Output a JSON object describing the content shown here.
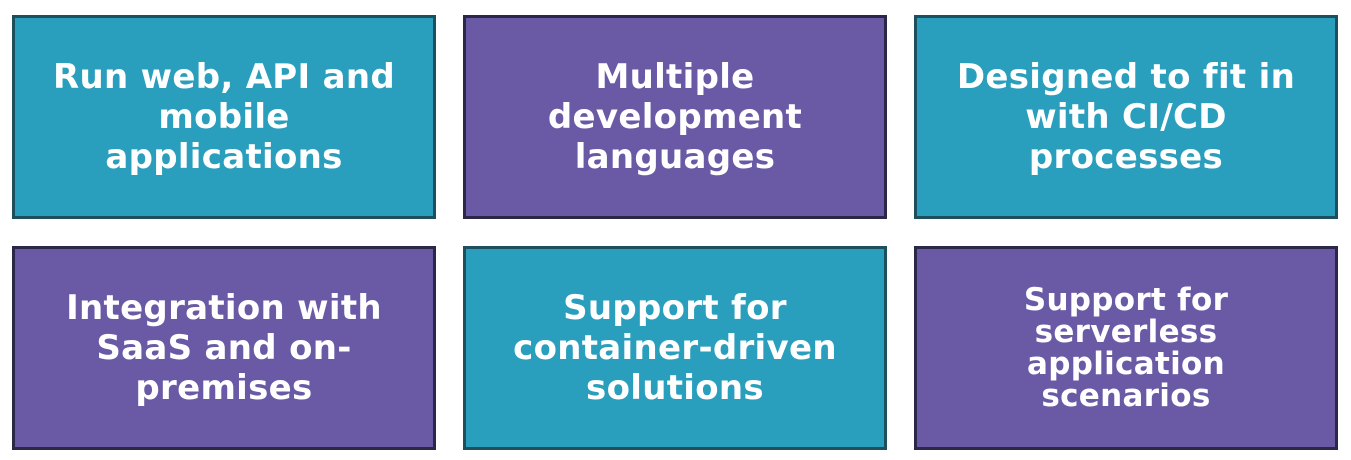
{
  "tiles": [
    {
      "id": "run-web-api-mobile",
      "lines": [
        "Run web, API and",
        "mobile",
        "applications"
      ],
      "color": "#2a9fbd"
    },
    {
      "id": "multiple-languages",
      "lines": [
        "Multiple",
        "development",
        "languages"
      ],
      "color": "#6a5aa6"
    },
    {
      "id": "ci-cd",
      "lines": [
        "Designed to fit in",
        "with CI/CD",
        "processes"
      ],
      "color": "#2a9fbd"
    },
    {
      "id": "saas-on-premises",
      "lines": [
        "Integration with",
        "SaaS and on-",
        "premises"
      ],
      "color": "#6a5aa6"
    },
    {
      "id": "container-driven",
      "lines": [
        "Support for",
        "container-driven",
        "solutions"
      ],
      "color": "#2a9fbd"
    },
    {
      "id": "serverless",
      "lines": [
        "Support for",
        "serverless",
        "application",
        "scenarios"
      ],
      "color": "#6a5aa6"
    }
  ]
}
